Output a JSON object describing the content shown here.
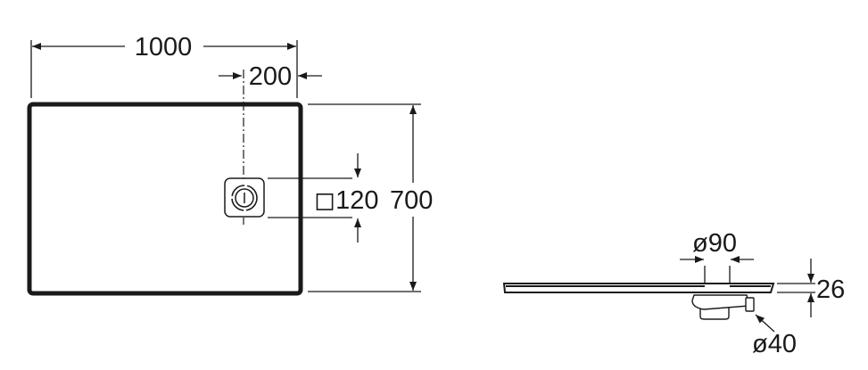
{
  "plan_view": {
    "width_label": "1000",
    "drain_offset_label": "200",
    "drain_size_label": "◻120",
    "depth_label": "700"
  },
  "side_view": {
    "drain_diameter_label": "ø90",
    "height_label": "26",
    "outlet_diameter_label": "ø40"
  },
  "colors": {
    "line": "#1a1a1a",
    "background": "#ffffff"
  }
}
